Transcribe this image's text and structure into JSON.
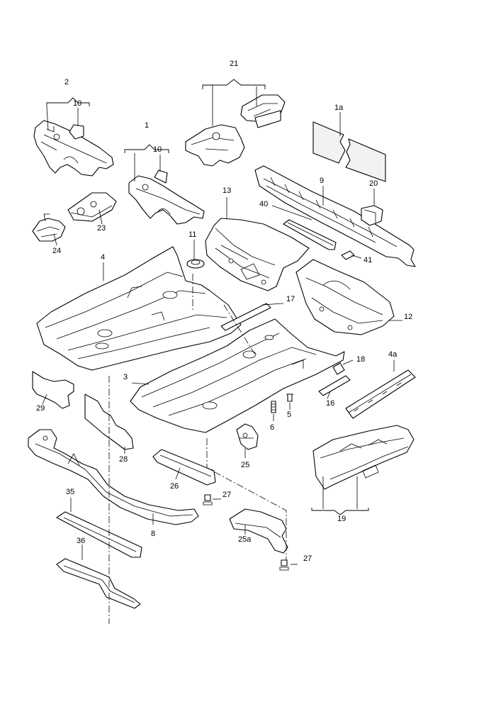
{
  "diagram": {
    "callouts": [
      {
        "id": "c-2",
        "label": "2"
      },
      {
        "id": "c-10a",
        "label": "10"
      },
      {
        "id": "c-21",
        "label": "21"
      },
      {
        "id": "c-1a",
        "label": "1a"
      },
      {
        "id": "c-1",
        "label": "1"
      },
      {
        "id": "c-10b",
        "label": "10"
      },
      {
        "id": "c-9",
        "label": "9"
      },
      {
        "id": "c-20",
        "label": "20"
      },
      {
        "id": "c-13",
        "label": "13"
      },
      {
        "id": "c-40",
        "label": "40"
      },
      {
        "id": "c-23",
        "label": "23"
      },
      {
        "id": "c-24",
        "label": "24"
      },
      {
        "id": "c-11",
        "label": "11"
      },
      {
        "id": "c-41",
        "label": "41"
      },
      {
        "id": "c-4",
        "label": "4"
      },
      {
        "id": "c-17",
        "label": "17"
      },
      {
        "id": "c-12",
        "label": "12"
      },
      {
        "id": "c-3",
        "label": "3"
      },
      {
        "id": "c-18",
        "label": "18"
      },
      {
        "id": "c-4a",
        "label": "4a"
      },
      {
        "id": "c-29",
        "label": "29"
      },
      {
        "id": "c-16",
        "label": "16"
      },
      {
        "id": "c-6",
        "label": "6"
      },
      {
        "id": "c-5",
        "label": "5"
      },
      {
        "id": "c-28",
        "label": "28"
      },
      {
        "id": "c-25",
        "label": "25"
      },
      {
        "id": "c-26",
        "label": "26"
      },
      {
        "id": "c-35",
        "label": "35"
      },
      {
        "id": "c-27a",
        "label": "27"
      },
      {
        "id": "c-8",
        "label": "8"
      },
      {
        "id": "c-19",
        "label": "19"
      },
      {
        "id": "c-36",
        "label": "36"
      },
      {
        "id": "c-25a",
        "label": "25a"
      },
      {
        "id": "c-27b",
        "label": "27"
      }
    ]
  }
}
